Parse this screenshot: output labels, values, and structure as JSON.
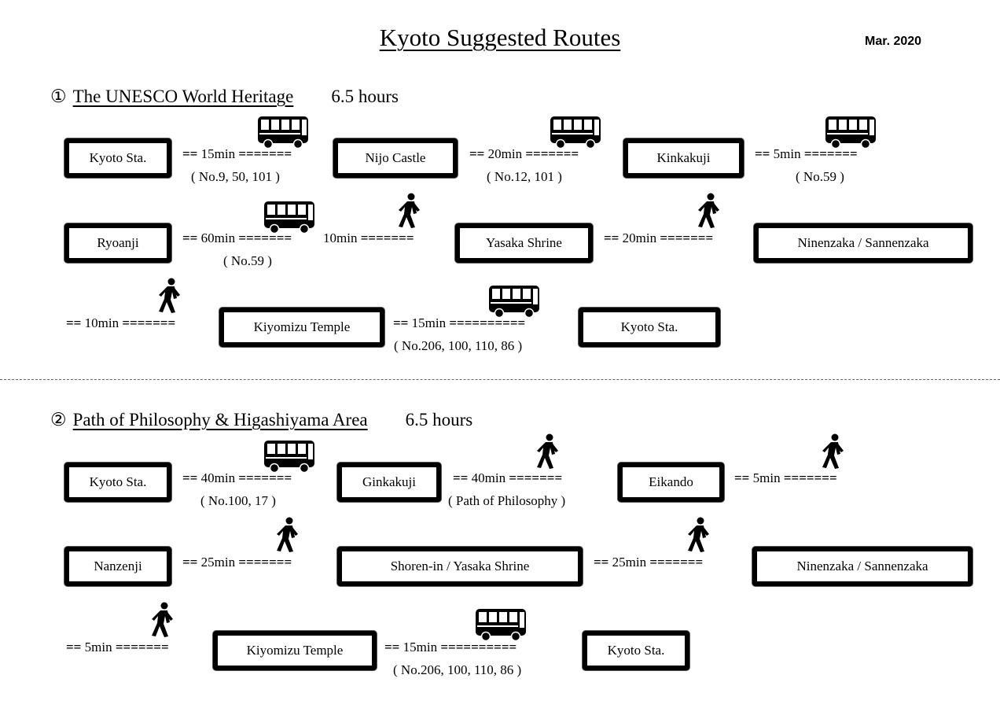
{
  "header": {
    "title": "Kyoto Suggested Routes",
    "date": "Mar. 2020"
  },
  "route1": {
    "number": "①",
    "name": "The UNESCO World Heritage",
    "hours": "6.5 hours",
    "stops": [
      "Kyoto Sta.",
      "Nijo Castle",
      "Kinkakuji",
      "Ryoanji",
      "Yasaka Shrine",
      "Ninenzaka / Sannenzaka",
      "Kiyomizu Temple",
      "Kyoto Sta."
    ],
    "segments": [
      {
        "pre": "==",
        "time": "15min",
        "post": "=======",
        "mode": "bus-icon",
        "note": "( No.9, 50, 101 )"
      },
      {
        "pre": "==",
        "time": "20min",
        "post": "=======",
        "mode": "bus-icon",
        "note": "( No.12, 101 )"
      },
      {
        "pre": "==",
        "time": "5min",
        "post": "=======",
        "mode": "bus-icon",
        "note": "( No.59 )"
      },
      {
        "pre": "==",
        "time": "60min",
        "post": "=======",
        "mode": "bus-icon",
        "note": "( No.59 )"
      },
      {
        "pre": "",
        "time": "10min",
        "post": "=======",
        "mode": "walk-icon",
        "note": ""
      },
      {
        "pre": "==",
        "time": "20min",
        "post": "=======",
        "mode": "walk-icon",
        "note": ""
      },
      {
        "pre": "==",
        "time": "10min",
        "post": "=======",
        "mode": "walk-icon",
        "note": ""
      },
      {
        "pre": "==",
        "time": "15min",
        "post": "==========",
        "mode": "bus-icon",
        "note": "( No.206, 100, 110, 86 )"
      }
    ]
  },
  "route2": {
    "number": "②",
    "name": "Path of Philosophy & Higashiyama Area",
    "hours": "6.5 hours",
    "stops": [
      "Kyoto Sta.",
      "Ginkakuji",
      "Eikando",
      "Nanzenji",
      "Shoren-in / Yasaka Shrine",
      "Ninenzaka / Sannenzaka",
      "Kiyomizu Temple",
      "Kyoto Sta."
    ],
    "segments": [
      {
        "pre": "==",
        "time": "40min",
        "post": "=======",
        "mode": "bus-icon",
        "note": "( No.100, 17 )"
      },
      {
        "pre": "==",
        "time": "40min",
        "post": "=======",
        "mode": "walk-icon",
        "note": "( Path of Philosophy )"
      },
      {
        "pre": "==",
        "time": "5min",
        "post": "=======",
        "mode": "walk-icon",
        "note": ""
      },
      {
        "pre": "==",
        "time": "25min",
        "post": "=======",
        "mode": "walk-icon",
        "note": ""
      },
      {
        "pre": "==",
        "time": "25min",
        "post": "=======",
        "mode": "walk-icon",
        "note": ""
      },
      {
        "pre": "==",
        "time": "5min",
        "post": "=======",
        "mode": "walk-icon",
        "note": ""
      },
      {
        "pre": "==",
        "time": "15min",
        "post": "==========",
        "mode": "bus-icon",
        "note": "( No.206, 100, 110, 86 )"
      }
    ]
  }
}
